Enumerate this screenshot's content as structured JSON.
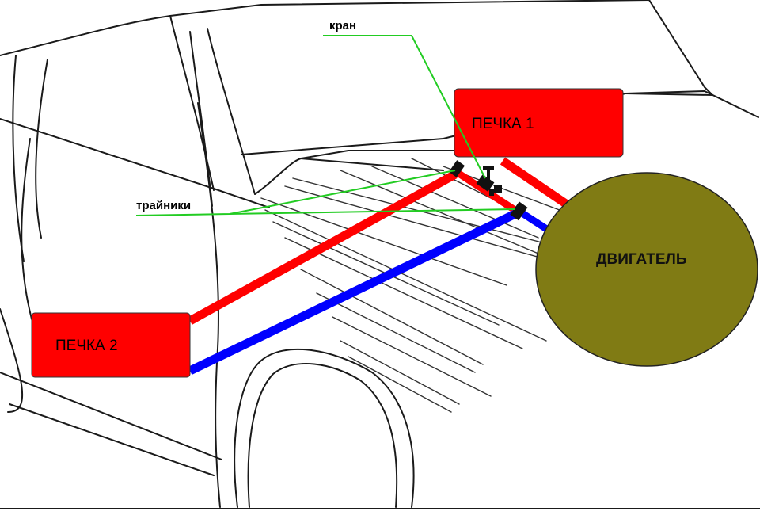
{
  "labels": {
    "heater_1": "ПЕЧКА 1",
    "heater_2": "ПЕЧКА 2",
    "engine": "ДВИГАТЕЛЬ",
    "valve": "кран",
    "tees": "трайники"
  },
  "colors": {
    "heater_fill": "#ff0000",
    "engine_fill": "#807b14",
    "hot_pipe": "#ff0000",
    "cold_pipe": "#0000ff",
    "leader_line": "#22cc22",
    "fitting": "#111111",
    "sketch_line": "#1a1a1a"
  }
}
